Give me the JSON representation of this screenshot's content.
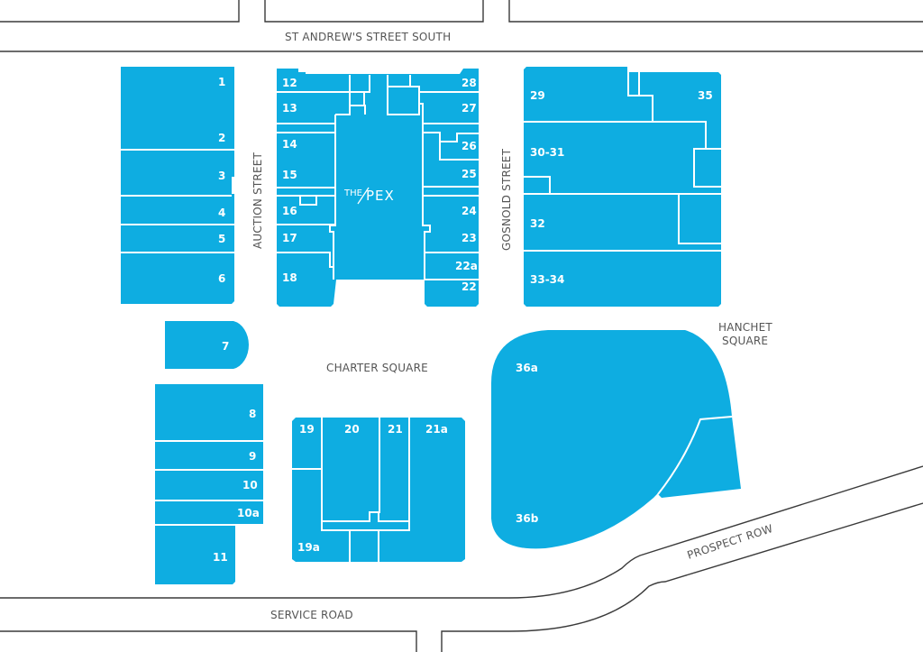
{
  "map": {
    "streets": {
      "st_andrews": "ST ANDREW'S STREET SOUTH",
      "auction": "AUCTION STREET",
      "gosnold": "GOSNOLD STREET",
      "charter_square": "CHARTER SQUARE",
      "hanchet_line1": "HANCHET",
      "hanchet_line2": "SQUARE",
      "prospect_row": "PROSPECT ROW",
      "service_road": "SERVICE ROAD"
    },
    "landmark": {
      "the": "THE",
      "apex": "/\\PEX"
    },
    "units": {
      "u1": "1",
      "u2": "2",
      "u3": "3",
      "u4": "4",
      "u5": "5",
      "u6": "6",
      "u7": "7",
      "u8": "8",
      "u9": "9",
      "u10": "10",
      "u10a": "10a",
      "u11": "11",
      "u12": "12",
      "u13": "13",
      "u14": "14",
      "u15": "15",
      "u16": "16",
      "u17": "17",
      "u18": "18",
      "u19": "19",
      "u19a": "19a",
      "u20": "20",
      "u21": "21",
      "u21a": "21a",
      "u22": "22",
      "u22a": "22a",
      "u23": "23",
      "u24": "24",
      "u25": "25",
      "u26": "26",
      "u27": "27",
      "u28": "28",
      "u29": "29",
      "u30_31": "30-31",
      "u32": "32",
      "u33_34": "33-34",
      "u35": "35",
      "u36a": "36a",
      "u36b": "36b"
    },
    "colors": {
      "unit_fill": "#0eade1",
      "divider": "#ffffff",
      "road_line": "#3a3a3a",
      "street_text": "#555555"
    }
  }
}
